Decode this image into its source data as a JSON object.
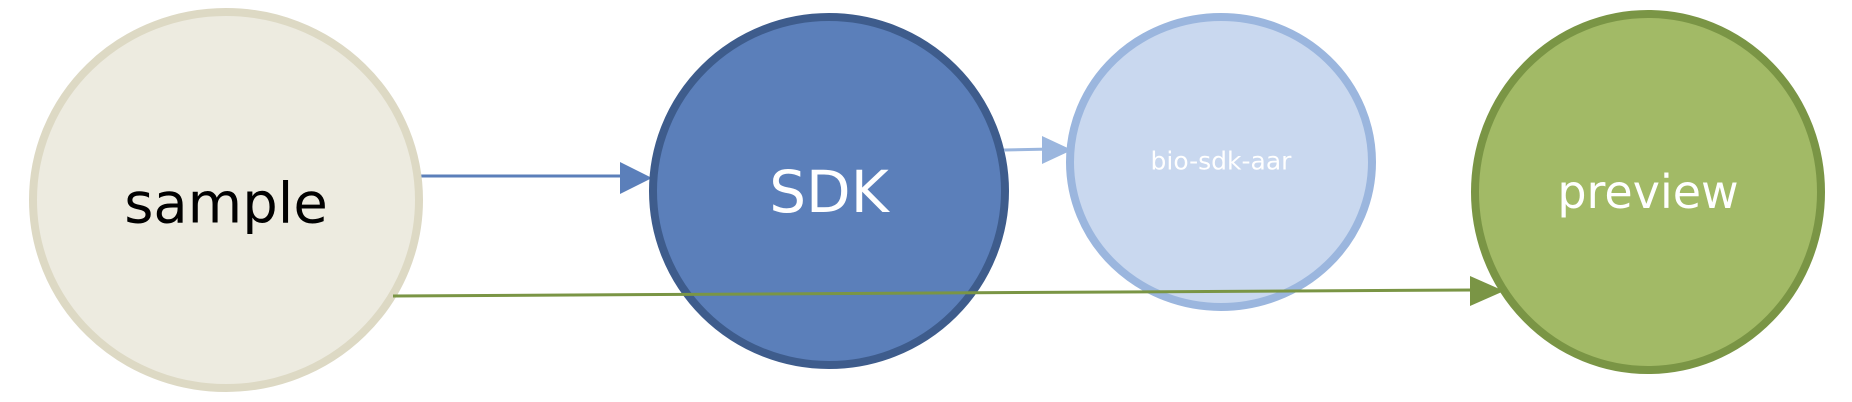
{
  "nodes": {
    "sample": {
      "label": "sample",
      "fill": "#EDEBE0",
      "stroke": "#DDD9C4",
      "text_color": "#000000"
    },
    "sdk": {
      "label": "SDK",
      "fill": "#5B7FBA",
      "stroke": "#3E5C8C",
      "text_color": "#FFFFFF"
    },
    "bio_sdk_aar": {
      "label": "bio-sdk-aar",
      "fill": "#C9D8EF",
      "stroke": "#9BB6DE",
      "text_color": "#FFFFFF"
    },
    "preview": {
      "label": "preview",
      "fill": "#A2BA66",
      "stroke": "#7A9545",
      "text_color": "#FFFFFF"
    }
  },
  "edges": [
    {
      "from": "sample",
      "to": "SDK",
      "color": "#5B7FBA"
    },
    {
      "from": "SDK",
      "to": "bio-sdk-aar",
      "color": "#9BB6DE"
    },
    {
      "from": "sample",
      "to": "preview",
      "color": "#7A9545"
    }
  ]
}
